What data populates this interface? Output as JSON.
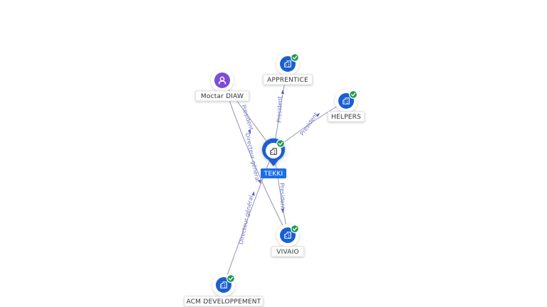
{
  "colors": {
    "company": "#1a5fd1",
    "person": "#7b4dd8",
    "check": "#1f9a53",
    "edge": "#8f93b8",
    "edge_label": "#6f74c9",
    "center_label_bg": "#1a6ee8"
  },
  "nodes": [
    {
      "id": "tekki",
      "label": "TEKKI",
      "kind": "company",
      "icon": "building-icon",
      "verified": true,
      "center": true
    },
    {
      "id": "moctar",
      "label": "Moctar DIAW",
      "kind": "person",
      "icon": "person-icon",
      "verified": false
    },
    {
      "id": "apprentice",
      "label": "APPRENTICE",
      "kind": "company",
      "icon": "building-icon",
      "verified": true
    },
    {
      "id": "helpers",
      "label": "HELPERS",
      "kind": "company",
      "icon": "building-icon",
      "verified": true
    },
    {
      "id": "vivaio",
      "label": "VIVAIO",
      "kind": "company",
      "icon": "building-icon",
      "verified": true
    },
    {
      "id": "acm",
      "label": "ACM DEVELOPPEMENT",
      "kind": "company",
      "icon": "building-icon",
      "verified": true
    }
  ],
  "edges": [
    {
      "id": "moctar-tekki-president",
      "from": "moctar",
      "to": "tekki",
      "label": "President"
    },
    {
      "id": "moctar-vivaio-dg",
      "from": "moctar",
      "to": "vivaio",
      "label": "Directeur général"
    },
    {
      "id": "tekki-apprentice",
      "from": "tekki",
      "to": "apprentice",
      "label": "President"
    },
    {
      "id": "tekki-helpers",
      "from": "tekki",
      "to": "helpers",
      "label": "President"
    },
    {
      "id": "tekki-vivaio",
      "from": "tekki",
      "to": "vivaio",
      "label": "President"
    },
    {
      "id": "acm-tekki-dg",
      "from": "acm",
      "to": "tekki",
      "label": "Directeur général"
    }
  ]
}
